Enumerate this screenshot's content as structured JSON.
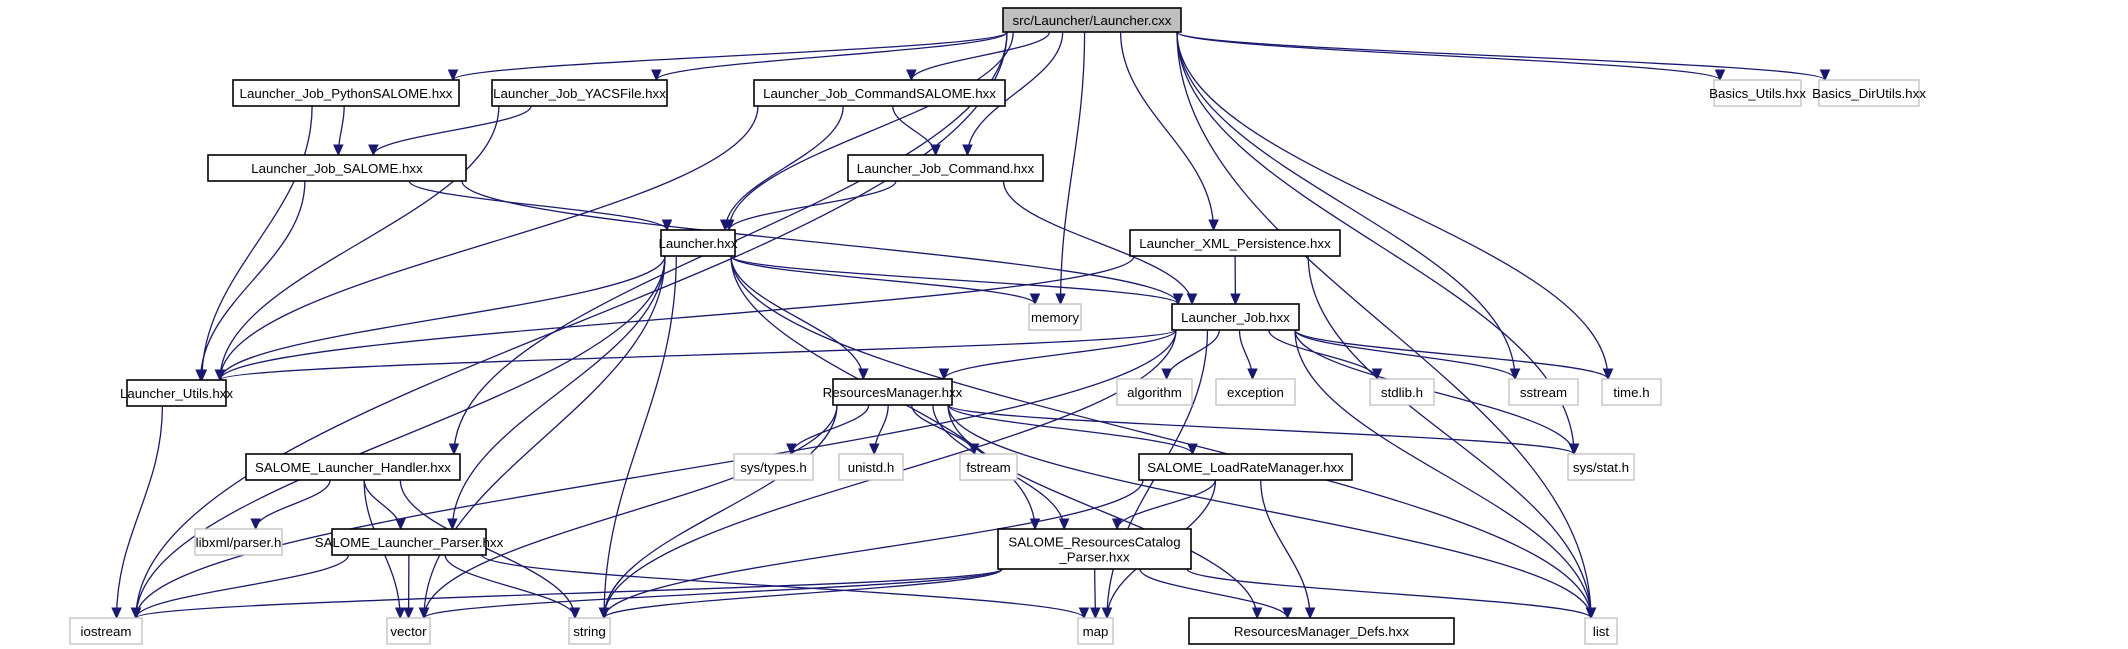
{
  "diagram": {
    "title": "src/Launcher/Launcher.cxx include dependency graph",
    "colors": {
      "edge": "#191970",
      "root_fill": "#bfbfbf",
      "internal_border": "#000000",
      "external_border": "#bfbfbf"
    },
    "nodes": [
      {
        "id": "launcher_cxx",
        "label": "src/Launcher/Launcher.cxx",
        "kind": "root"
      },
      {
        "id": "job_python",
        "label": "Launcher_Job_PythonSALOME.hxx",
        "kind": "internal"
      },
      {
        "id": "job_yacs",
        "label": "Launcher_Job_YACSFile.hxx",
        "kind": "internal"
      },
      {
        "id": "job_cmdsalome",
        "label": "Launcher_Job_CommandSALOME.hxx",
        "kind": "internal"
      },
      {
        "id": "basics_utils",
        "label": "Basics_Utils.hxx",
        "kind": "external"
      },
      {
        "id": "basics_dirutils",
        "label": "Basics_DirUtils.hxx",
        "kind": "external"
      },
      {
        "id": "job_salome",
        "label": "Launcher_Job_SALOME.hxx",
        "kind": "internal"
      },
      {
        "id": "job_command",
        "label": "Launcher_Job_Command.hxx",
        "kind": "internal"
      },
      {
        "id": "launcher_hxx",
        "label": "Launcher.hxx",
        "kind": "internal"
      },
      {
        "id": "xml_persist",
        "label": "Launcher_XML_Persistence.hxx",
        "kind": "internal"
      },
      {
        "id": "memory",
        "label": "memory",
        "kind": "external"
      },
      {
        "id": "launcher_job",
        "label": "Launcher_Job.hxx",
        "kind": "internal"
      },
      {
        "id": "launcher_utils",
        "label": "Launcher_Utils.hxx",
        "kind": "internal"
      },
      {
        "id": "resmgr",
        "label": "ResourcesManager.hxx",
        "kind": "internal"
      },
      {
        "id": "algorithm",
        "label": "algorithm",
        "kind": "external"
      },
      {
        "id": "exception",
        "label": "exception",
        "kind": "external"
      },
      {
        "id": "stdlib",
        "label": "stdlib.h",
        "kind": "external"
      },
      {
        "id": "sstream",
        "label": "sstream",
        "kind": "external"
      },
      {
        "id": "time_h",
        "label": "time.h",
        "kind": "external"
      },
      {
        "id": "handler",
        "label": "SALOME_Launcher_Handler.hxx",
        "kind": "internal"
      },
      {
        "id": "sys_types",
        "label": "sys/types.h",
        "kind": "external"
      },
      {
        "id": "unistd",
        "label": "unistd.h",
        "kind": "external"
      },
      {
        "id": "fstream",
        "label": "fstream",
        "kind": "external"
      },
      {
        "id": "loadrate",
        "label": "SALOME_LoadRateManager.hxx",
        "kind": "internal"
      },
      {
        "id": "sys_stat",
        "label": "sys/stat.h",
        "kind": "external"
      },
      {
        "id": "libxml",
        "label": "libxml/parser.h",
        "kind": "external"
      },
      {
        "id": "lparser",
        "label": "SALOME_Launcher_Parser.hxx",
        "kind": "internal"
      },
      {
        "id": "rcparser",
        "label": "SALOME_ResourcesCatalog\n_Parser.hxx",
        "kind": "internal"
      },
      {
        "id": "iostream",
        "label": "iostream",
        "kind": "external"
      },
      {
        "id": "vector",
        "label": "vector",
        "kind": "external"
      },
      {
        "id": "string",
        "label": "string",
        "kind": "external"
      },
      {
        "id": "map",
        "label": "map",
        "kind": "external"
      },
      {
        "id": "resdefs",
        "label": "ResourcesManager_Defs.hxx",
        "kind": "internal"
      },
      {
        "id": "list",
        "label": "list",
        "kind": "external"
      }
    ],
    "edges": [
      [
        "launcher_cxx",
        "job_python"
      ],
      [
        "launcher_cxx",
        "job_yacs"
      ],
      [
        "launcher_cxx",
        "job_cmdsalome"
      ],
      [
        "launcher_cxx",
        "basics_utils"
      ],
      [
        "launcher_cxx",
        "basics_dirutils"
      ],
      [
        "launcher_cxx",
        "job_command"
      ],
      [
        "launcher_cxx",
        "launcher_hxx"
      ],
      [
        "launcher_cxx",
        "xml_persist"
      ],
      [
        "launcher_cxx",
        "memory"
      ],
      [
        "launcher_cxx",
        "handler"
      ],
      [
        "launcher_cxx",
        "iostream"
      ],
      [
        "launcher_cxx",
        "sstream"
      ],
      [
        "launcher_cxx",
        "time_h"
      ],
      [
        "launcher_cxx",
        "sys_stat"
      ],
      [
        "launcher_cxx",
        "list"
      ],
      [
        "job_python",
        "job_salome"
      ],
      [
        "job_python",
        "launcher_utils"
      ],
      [
        "job_yacs",
        "job_salome"
      ],
      [
        "job_yacs",
        "launcher_utils"
      ],
      [
        "job_cmdsalome",
        "job_command"
      ],
      [
        "job_cmdsalome",
        "launcher_hxx"
      ],
      [
        "job_cmdsalome",
        "launcher_utils"
      ],
      [
        "job_salome",
        "launcher_hxx"
      ],
      [
        "job_salome",
        "launcher_job"
      ],
      [
        "job_salome",
        "launcher_utils"
      ],
      [
        "job_command",
        "launcher_hxx"
      ],
      [
        "job_command",
        "launcher_job"
      ],
      [
        "launcher_hxx",
        "launcher_job"
      ],
      [
        "launcher_hxx",
        "memory"
      ],
      [
        "launcher_hxx",
        "launcher_utils"
      ],
      [
        "launcher_hxx",
        "resmgr"
      ],
      [
        "launcher_hxx",
        "lparser"
      ],
      [
        "launcher_hxx",
        "rcparser"
      ],
      [
        "launcher_hxx",
        "string"
      ],
      [
        "launcher_hxx",
        "vector"
      ],
      [
        "launcher_hxx",
        "iostream"
      ],
      [
        "launcher_hxx",
        "list"
      ],
      [
        "xml_persist",
        "launcher_job"
      ],
      [
        "xml_persist",
        "launcher_utils"
      ],
      [
        "xml_persist",
        "list"
      ],
      [
        "launcher_job",
        "launcher_utils"
      ],
      [
        "launcher_job",
        "resmgr"
      ],
      [
        "launcher_job",
        "algorithm"
      ],
      [
        "launcher_job",
        "exception"
      ],
      [
        "launcher_job",
        "stdlib"
      ],
      [
        "launcher_job",
        "sstream"
      ],
      [
        "launcher_job",
        "time_h"
      ],
      [
        "launcher_job",
        "sys_stat"
      ],
      [
        "launcher_job",
        "list"
      ],
      [
        "launcher_job",
        "string"
      ],
      [
        "launcher_job",
        "map"
      ],
      [
        "launcher_job",
        "iostream"
      ],
      [
        "launcher_utils",
        "iostream"
      ],
      [
        "resmgr",
        "sys_types"
      ],
      [
        "resmgr",
        "unistd"
      ],
      [
        "resmgr",
        "fstream"
      ],
      [
        "resmgr",
        "loadrate"
      ],
      [
        "resmgr",
        "rcparser"
      ],
      [
        "resmgr",
        "sys_stat"
      ],
      [
        "resmgr",
        "string"
      ],
      [
        "resmgr",
        "vector"
      ],
      [
        "resmgr",
        "list"
      ],
      [
        "resmgr",
        "resdefs"
      ],
      [
        "handler",
        "libxml"
      ],
      [
        "handler",
        "lparser"
      ],
      [
        "handler",
        "vector"
      ],
      [
        "handler",
        "string"
      ],
      [
        "loadrate",
        "rcparser"
      ],
      [
        "loadrate",
        "map"
      ],
      [
        "loadrate",
        "string"
      ],
      [
        "loadrate",
        "resdefs"
      ],
      [
        "lparser",
        "iostream"
      ],
      [
        "lparser",
        "vector"
      ],
      [
        "lparser",
        "string"
      ],
      [
        "lparser",
        "map"
      ],
      [
        "rcparser",
        "iostream"
      ],
      [
        "rcparser",
        "vector"
      ],
      [
        "rcparser",
        "string"
      ],
      [
        "rcparser",
        "map"
      ],
      [
        "rcparser",
        "resdefs"
      ],
      [
        "rcparser",
        "list"
      ]
    ]
  }
}
